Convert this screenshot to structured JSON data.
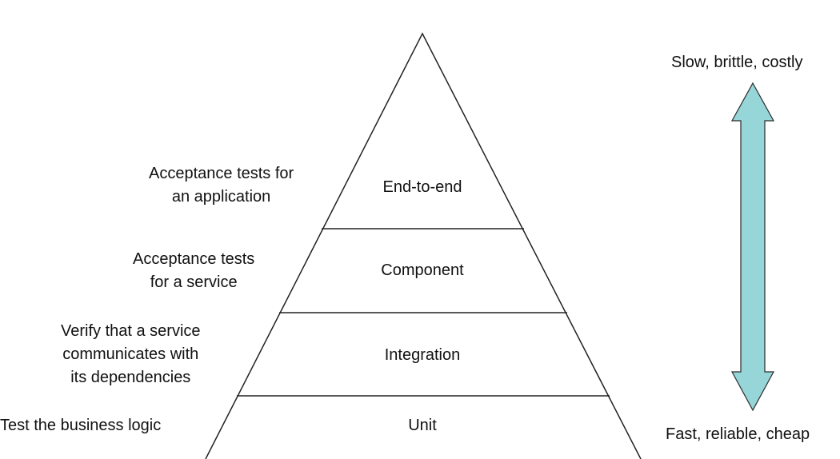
{
  "layers": [
    {
      "name": "End-to-end",
      "description": "Acceptance tests for\nan application"
    },
    {
      "name": "Component",
      "description": "Acceptance tests\nfor a service"
    },
    {
      "name": "Integration",
      "description": "Verify that a service\ncommunicates with\nits dependencies"
    },
    {
      "name": "Unit",
      "description": "Test the business logic"
    }
  ],
  "scale": {
    "top_label": "Slow, brittle, costly",
    "bottom_label": "Fast, reliable, cheap",
    "arrow_color": "#96d5d8"
  }
}
